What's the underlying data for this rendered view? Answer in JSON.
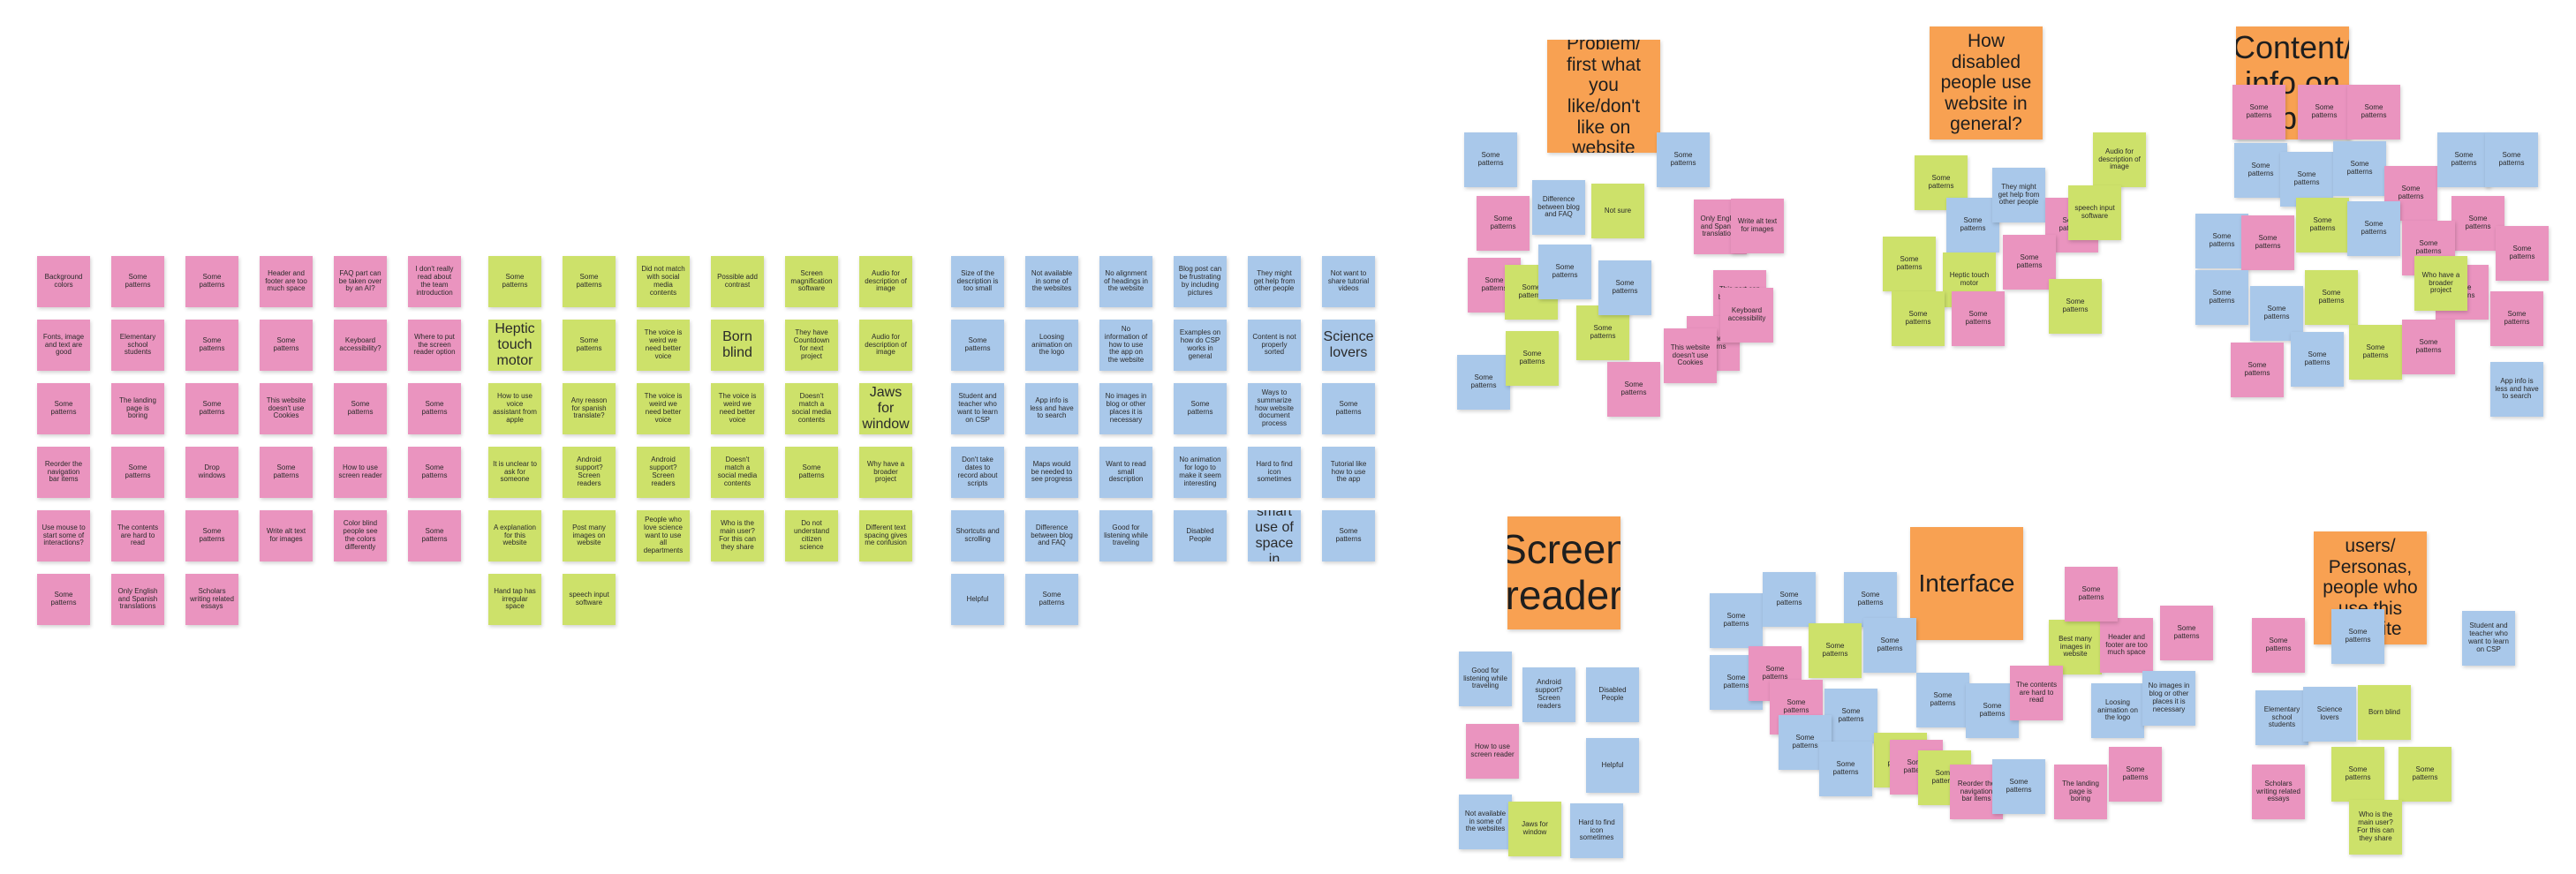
{
  "colors": {
    "pink": "#ea94bf",
    "green": "#cde16a",
    "blue": "#a9c8ea",
    "orange": "#f8a152"
  },
  "cluster_headers": [
    "Problem/ first what you like/don't like on website",
    "How disabled people use website in general?",
    "Content/ info on website",
    "Screen reader",
    "Interface",
    "users/ Personas, people who use this website"
  ],
  "grid_pink": [
    "Background colors",
    "Some patterns",
    "Some patterns",
    "Header and footer are too much space",
    "FAQ part can be taken over by an AI?",
    "I don't really read about the team introduction",
    "Fonts, image and text are good",
    "Elementary school students",
    "Some patterns",
    "Some patterns",
    "Keyboard accessibility?",
    "Where to put the screen reader option",
    "Some patterns",
    "The landing page is boring",
    "Some patterns",
    "This website doesn't use Cookies",
    "Some patterns",
    "Some patterns",
    "Reorder the navigation bar items",
    "Some patterns",
    "Drop windows",
    "Some patterns",
    "How to use screen reader",
    "Some patterns",
    "Use mouse to start some of interactions?",
    "The contents are hard to read",
    "Some patterns",
    "Write alt text for images",
    "Color blind people see the colors differently",
    "Some patterns",
    "Some patterns",
    "Only English and Spanish translations",
    "Scholars writing related essays"
  ],
  "grid_green": [
    "Some patterns",
    "Some patterns",
    "Did not match with social media contents",
    "Possible add contrast",
    "Screen magnification software",
    "Audio for description of image",
    "Heptic touch motor",
    "Some patterns",
    "The voice is weird we need better voice",
    "Born blind",
    "They have Countdown for next project",
    "Audio for description of image",
    "How to use voice assistant from apple",
    "Any reason for spanish translate?",
    "The voice is weird we need better voice",
    "The voice is weird we need better voice",
    "Doesn't match a social media contents",
    "Jaws for window",
    "It is unclear to ask for someone",
    "Android support? Screen readers",
    "Android support? Screen readers",
    "Doesn't match a social media contents",
    "Some patterns",
    "Why have a broader project",
    "A explanation for this website",
    "Post many images on website",
    "People who love science want to use all departments",
    "Who is the main user? For this can they share",
    "Do not understand citizen science",
    "Different text spacing gives me confusion",
    "Hand tap has irregular space",
    "speech input software"
  ],
  "grid_blue": [
    "Size of the description is too small",
    "Not available in some of the websites",
    "No alignment of headings in the website",
    "Blog post can be frustrating by including pictures",
    "They might get help from other people",
    "Not want to share tutorial videos",
    "Some patterns",
    "Loosing animation on the logo",
    "No information of how to use the app on the website",
    "Examples on how do CSP works in general",
    "Content is not properly sorted",
    "Science lovers",
    "Student and teacher who want to learn on CSP",
    "App info is less and have to search",
    "No images in blog or other places it is necessary",
    "Some patterns",
    "Ways to summarize how website document process",
    "Some patterns",
    "Don't take dates to record about scripts",
    "Maps would be needed to see progress",
    "Want to read small description",
    "No animation for logo to make it seem interesting",
    "Hard to find icon sometimes",
    "Tutorial like how to use the app",
    "Shortcuts and scrolling",
    "Difference between blog and FAQ",
    "Good for listening while traveling",
    "Disabled People",
    "No smart use of space in website",
    "Some patterns",
    "Helpful",
    "Some patterns"
  ],
  "c1_notes": [
    "Some patterns",
    "Some patterns",
    "Difference between blog and FAQ",
    "Not sure",
    "Some patterns",
    "Only English and Spanish translations",
    "Write alt text for images",
    "Some patterns",
    "Some patterns",
    "Some patterns",
    "Some patterns",
    "Some patterns",
    "This part can be taken over by an AI",
    "Some patterns",
    "Some patterns",
    "Some patterns",
    "Some patterns",
    "This website doesn't use Cookies",
    "Keyboard accessibility"
  ],
  "c2_notes": [
    "Some patterns",
    "Some patterns",
    "They might get help from other people",
    "Some patterns",
    "Audio for description of image",
    "speech input software",
    "Some patterns",
    "Heptic touch motor",
    "Some patterns",
    "Some patterns",
    "Some patterns",
    "Some patterns"
  ],
  "c3_notes": [
    "Some patterns",
    "Some patterns",
    "Some patterns",
    "Some patterns",
    "Some patterns",
    "Some patterns",
    "Some patterns",
    "Some patterns",
    "Some patterns",
    "Some patterns",
    "Some patterns",
    "Some patterns",
    "Some patterns",
    "Some patterns",
    "Some patterns",
    "Some patterns",
    "Who have a broader project",
    "Some patterns",
    "Some patterns",
    "Some patterns",
    "App info is less and have to search",
    "Some patterns",
    "Some patterns",
    "Some patterns",
    "Some patterns",
    "Some patterns",
    "Some patterns"
  ],
  "c4_notes": [
    "Good for listening while traveling",
    "Android support? Screen readers",
    "Disabled People",
    "How to use screen reader",
    "Helpful",
    "Not available in some of the websites",
    "Jaws for window",
    "Hard to find icon sometimes"
  ],
  "c5_notes": [
    "Some patterns",
    "Some patterns",
    "Some patterns",
    "Some patterns",
    "Some patterns",
    "Some patterns",
    "Some patterns",
    "Some patterns",
    "Some patterns",
    "Some patterns",
    "Best many images in website",
    "Header and footer are too much space",
    "Some patterns",
    "Some patterns",
    "Some patterns",
    "The contents are hard to read",
    "Loosing animation on the logo",
    "No images in blog or other places it is necessary",
    "Some patterns",
    "Some patterns",
    "Some patterns",
    "Some patterns",
    "Reorder the navigation bar items",
    "Some patterns",
    "The landing page is boring",
    "Some patterns",
    "Some patterns"
  ],
  "c6_notes": [
    "Some patterns",
    "Some patterns",
    "Elementary school students",
    "Science lovers",
    "Born blind",
    "Student and teacher who want to learn on CSP",
    "Some patterns",
    "Scholars writing related essays",
    "Some patterns",
    "Who is the main user? For this can they share"
  ]
}
